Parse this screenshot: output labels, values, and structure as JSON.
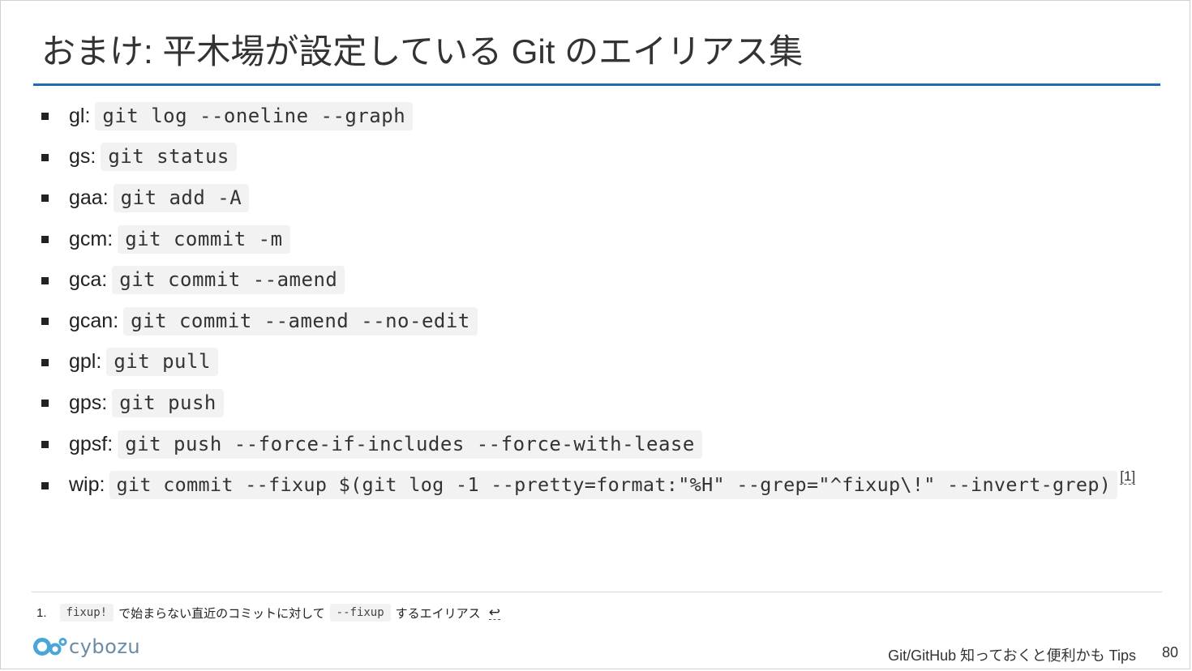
{
  "slide": {
    "title": "おまけ: 平木場が設定している Git のエイリアス集"
  },
  "aliases": [
    {
      "key": "gl:",
      "command": "git log --oneline --graph"
    },
    {
      "key": "gs:",
      "command": "git status"
    },
    {
      "key": "gaa:",
      "command": "git add -A"
    },
    {
      "key": "gcm:",
      "command": "git commit -m"
    },
    {
      "key": "gca:",
      "command": "git commit --amend"
    },
    {
      "key": "gcan:",
      "command": "git commit --amend --no-edit"
    },
    {
      "key": "gpl:",
      "command": "git pull"
    },
    {
      "key": "gps:",
      "command": "git push"
    },
    {
      "key": "gpsf:",
      "command": "git push --force-if-includes --force-with-lease"
    },
    {
      "key": "wip:",
      "command": "git commit --fixup $(git log -1 --pretty=format:\"%H\" --grep=\"^fixup\\!\" --invert-grep)",
      "footnote_ref": "[1]"
    }
  ],
  "footnote": {
    "number": "1.",
    "code1": "fixup!",
    "text1": "で始まらない直近のコミットに対して",
    "code2": "--fixup",
    "text2": "するエイリアス",
    "backref": "↩"
  },
  "footer": {
    "logo_text": "cybozu",
    "title": "Git/GitHub 知っておくと便利かも Tips",
    "page_number": "80"
  },
  "colors": {
    "title_rule": "#1c6eb0",
    "logo_blue": "#4aa6d8",
    "logo_text": "#6b8ba4",
    "code_bg": "#f2f2f2"
  }
}
